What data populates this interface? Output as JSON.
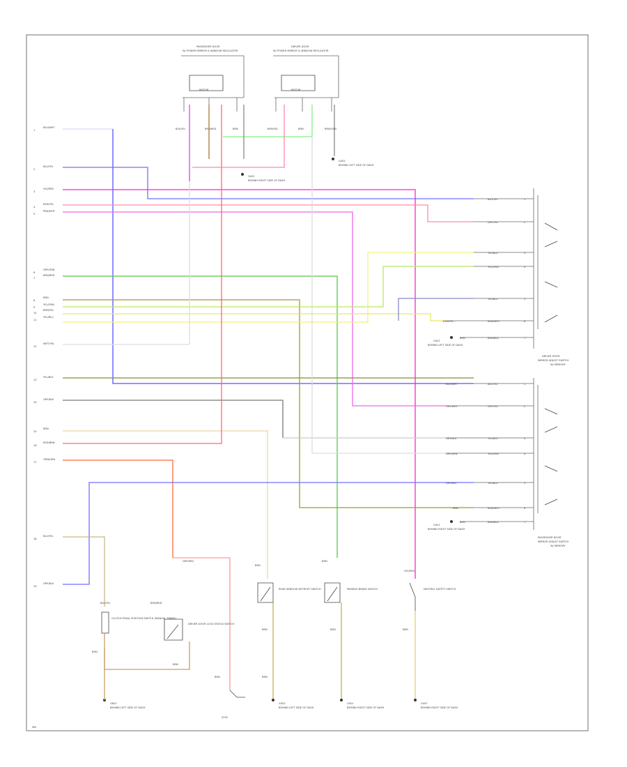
{
  "left_pins": [
    {
      "num": "1",
      "color": "BLU/WHT"
    },
    {
      "num": "2",
      "color": "BLU/YEL"
    },
    {
      "num": "3",
      "color": "VIO/RED"
    },
    {
      "num": "4",
      "color": "RED/YEL"
    },
    {
      "num": "5",
      "color": "PNK/WHT"
    },
    {
      "num": "6",
      "color": "GRY/GRN"
    },
    {
      "num": "7",
      "color": "BRN/RED"
    },
    {
      "num": "8",
      "color": "BRN"
    },
    {
      "num": "9",
      "color": "YEL/GRN"
    },
    {
      "num": "10",
      "color": "BRN/YEL"
    },
    {
      "num": "11",
      "color": "YEL/BLU"
    },
    {
      "num": "12",
      "color": "WHT/YEL"
    },
    {
      "num": "13",
      "color": "YEL/BLK"
    },
    {
      "num": "14",
      "color": "GRY/BLK"
    },
    {
      "num": "15",
      "color": "BRN"
    },
    {
      "num": "16",
      "color": "RED/BRN"
    },
    {
      "num": "17",
      "color": "ORN/GRN"
    },
    {
      "num": "18",
      "color": "BLU/YEL"
    },
    {
      "num": "19",
      "color": "GRY/BLU"
    }
  ],
  "top_components": [
    {
      "name": "PASSENGER DOOR",
      "sub": "W/ POWER MIRROR & WINDOW REGULATOR",
      "label": "MOTOR"
    },
    {
      "name": "DRIVER DOOR",
      "sub": "W/ POWER MIRROR & WINDOW REGULATOR",
      "label": "MOTOR"
    }
  ],
  "top_wires": [
    "BLK/YEL",
    "BRN/RED",
    "BRN",
    "BRN/YEL",
    "BRN",
    "BRN/GRN"
  ],
  "top_grounds": [
    {
      "label": "G401",
      "desc": "BEHIND RIGHT SIDE OF DASH"
    },
    {
      "label": "G402",
      "desc": "BEHIND LEFT SIDE OF DASH"
    }
  ],
  "right_pins_upper": [
    {
      "left": "",
      "right": "BLU/YEL",
      "num": "1"
    },
    {
      "left": "",
      "right": "GRY/YEL",
      "num": "2"
    },
    {
      "left": "",
      "right": "YEL/BLU",
      "num": "3"
    },
    {
      "left": "",
      "right": "YEL/GRN",
      "num": "4"
    },
    {
      "left": "",
      "right": "YEL/BLU",
      "num": "5"
    },
    {
      "left": "BRN/YEL",
      "right": "BRN/WHT",
      "num": "6"
    },
    {
      "left": "BRN",
      "right": "BRN/BLK",
      "num": "7"
    }
  ],
  "right_pins_lower": [
    {
      "left": "BLU/WHT",
      "right": "BLU/YEL",
      "num": "1"
    },
    {
      "left": "GRY/WHT",
      "right": "GRY/YEL",
      "num": "2"
    },
    {
      "left": "GRY/BLU",
      "right": "YEL/BLU",
      "num": "3"
    },
    {
      "left": "GRY/GRN",
      "right": "YEL/GRN",
      "num": "4"
    },
    {
      "left": "GRY/BLU",
      "right": "YEL/BLU",
      "num": "5"
    },
    {
      "left": "BRN",
      "right": "BRN/WHT",
      "num": "6"
    },
    {
      "left": "BRN",
      "right": "BRN/BLK",
      "num": "7"
    }
  ],
  "right_components": [
    {
      "name": "DRIVER DOOR",
      "sub": "MIRROR ADJUST SWITCH",
      "extra": "W/ MEMORY"
    },
    {
      "name": "PASSENGER DOOR",
      "sub": "MIRROR ADJUST SWITCH",
      "extra": "W/ MEMORY"
    }
  ],
  "right_grounds": [
    {
      "label": "G402",
      "desc": "BEHIND LEFT SIDE OF DASH"
    },
    {
      "label": "G401",
      "desc": "BEHIND RIGHT SIDE OF DASH"
    }
  ],
  "bottom_components": [
    {
      "wire": "BLU/YEL",
      "name": "CLUTCH PEDAL POSITION SWITCH (MANUAL TRANS)",
      "ground": "G601",
      "desc": "BEHIND LEFT SIDE OF DASH"
    },
    {
      "wire": "BRN/RED",
      "name": "DRIVER DOOR LOCK STATUS SWITCH",
      "ground": "",
      "desc": ""
    },
    {
      "wire": "BRN",
      "name": "REAR WINDOW DEFROST SWITCH",
      "ground": "G402",
      "desc": "BEHIND LEFT SIDE OF DASH"
    },
    {
      "wire": "BRN",
      "name": "PARKING BRAKE SWITCH",
      "ground": "G401",
      "desc": "BEHIND RIGHT SIDE OF DASH"
    },
    {
      "wire": "VIO/RED",
      "name": "NEUTRAL SAFETY SWITCH",
      "ground": "G401",
      "desc": "BEHIND RIGHT SIDE OF DASH"
    }
  ],
  "bottom_wires": [
    "BRN",
    "BRN",
    "BRN",
    "BRN",
    "BRN",
    "BRN"
  ],
  "misc": {
    "gry_red": "GRY/RED",
    "brn_label": "BRN",
    "splice": "S202"
  },
  "footer_tag": "W6"
}
